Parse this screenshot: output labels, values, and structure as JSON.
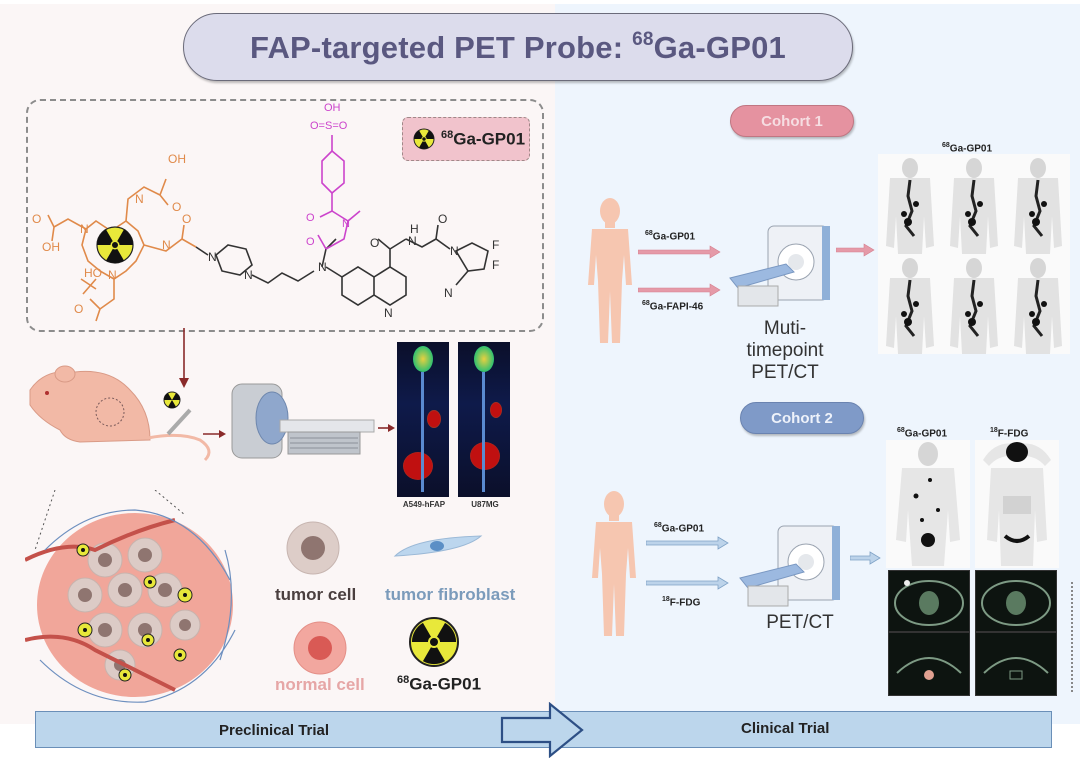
{
  "title": {
    "prefix": "FAP-targeted PET Probe: ",
    "isotope_mass": "68",
    "name": "Ga-GP01"
  },
  "structure": {
    "badge": {
      "isotope_mass": "68",
      "name": "Ga-GP01",
      "icon": "radiation-icon"
    },
    "atoms": {
      "oh": "OH",
      "ho": "HO",
      "o": "O",
      "n": "N",
      "h": "H",
      "f": "F",
      "s": "S",
      "nc": "N",
      "so3": "O=S=O"
    },
    "colors": {
      "chelator": "#e08a4a",
      "linker": "#cc44cc",
      "core": "#333333"
    }
  },
  "preclinical": {
    "images": [
      {
        "label": "A549-hFAP"
      },
      {
        "label": "U87MG"
      }
    ],
    "legend": {
      "tumor_cell": "tumor cell",
      "tumor_fibroblast": "tumor fibroblast",
      "normal_cell": "normal cell",
      "probe": {
        "isotope_mass": "68",
        "name": "Ga-GP01"
      }
    },
    "legend_colors": {
      "tumor_cell": "#4a3f3f",
      "tumor_fibroblast": "#7b9bbb",
      "normal_cell": "#e6a6a6"
    }
  },
  "cohort1": {
    "label": "Cohort 1",
    "tracers": [
      {
        "isotope_mass": "68",
        "name": "Ga-GP01"
      },
      {
        "isotope_mass": "68",
        "name": "Ga-FAPI-46"
      }
    ],
    "scanner_label_line1": "Muti-timepoint",
    "scanner_label_line2": "PET/CT",
    "result_title": {
      "isotope_mass": "68",
      "name": "Ga-GP01"
    },
    "arrow_color": "#e59aa8"
  },
  "cohort2": {
    "label": "Cohort 2",
    "tracers": [
      {
        "isotope_mass": "68",
        "name": "Ga-GP01"
      },
      {
        "isotope_mass": "18",
        "name": "F-FDG"
      }
    ],
    "scanner_label": "PET/CT",
    "result_titles": [
      {
        "isotope_mass": "68",
        "name": "Ga-GP01"
      },
      {
        "isotope_mass": "18",
        "name": "F-FDG"
      }
    ],
    "arrow_color": "#8aaed0"
  },
  "bottom": {
    "left": "Preclinical Trial",
    "right": "Clinical Trial"
  }
}
